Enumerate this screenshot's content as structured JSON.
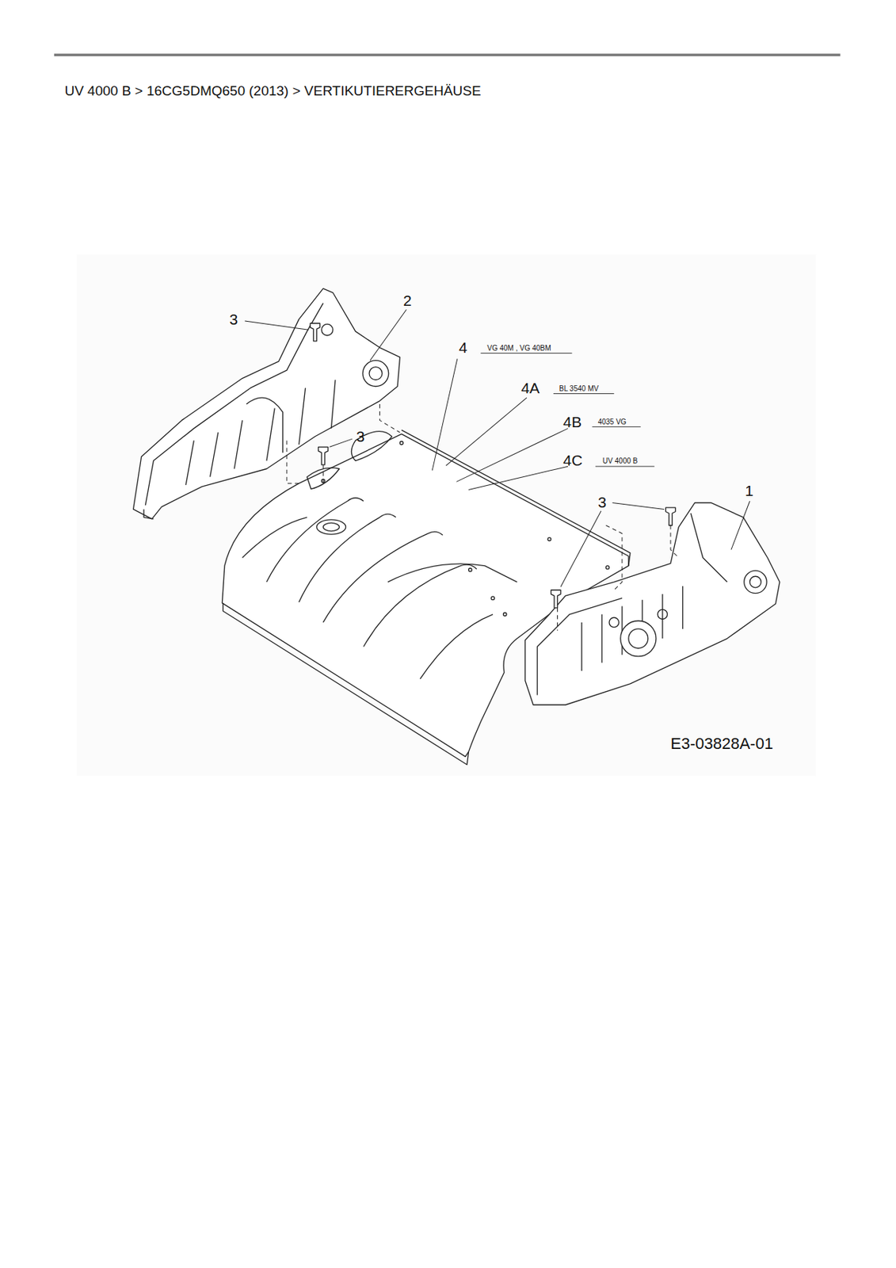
{
  "diagram": {
    "title": "UV 4000 B  >  16CG5DMQ650 (2013)  >  VERTIKUTIERERGEHÄUSE",
    "labels": [
      "3",
      "2",
      "4",
      "VG 40M , VG 40BM",
      "4A",
      "BL 3540 MV",
      "4B",
      "4035 VG",
      "4C",
      "UV 4000 B",
      "3",
      "3",
      "1",
      "E3-03828A-01"
    ]
  }
}
